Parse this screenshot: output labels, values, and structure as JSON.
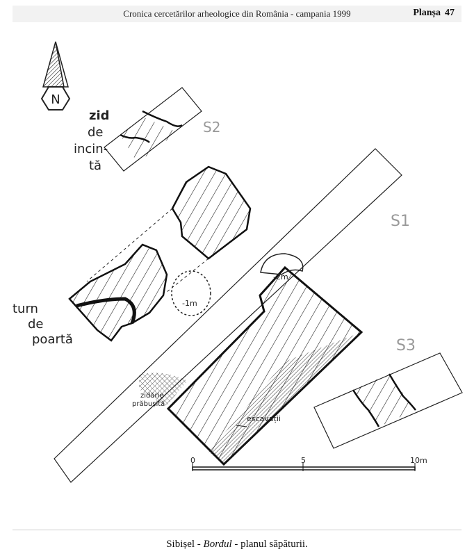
{
  "header": {
    "title": "Cronica cercetărilor arheologice din România - campania 1999",
    "plate_label": "Planșa",
    "plate_number": "47"
  },
  "plan": {
    "north_label": "N",
    "sections": {
      "s1": "S1",
      "s2": "S2",
      "s3": "S3"
    },
    "labels": {
      "zid_1": "zid",
      "zid_2": "de",
      "zid_3": "incin-",
      "zid_4": "tă",
      "turn_1": "turn",
      "turn_2": "de",
      "turn_3": "poartă",
      "depth_1": "-1m",
      "depth_2": "-2m",
      "rubble_1": "zidărie",
      "rubble_2": "prăbușită",
      "excavations": "escavații"
    },
    "scale": {
      "tick_0": "0",
      "tick_5": "5",
      "tick_10": "10m"
    }
  },
  "caption": {
    "place": "Sibișel - ",
    "site": "Bordul",
    "rest": " - planul săpăturii."
  }
}
